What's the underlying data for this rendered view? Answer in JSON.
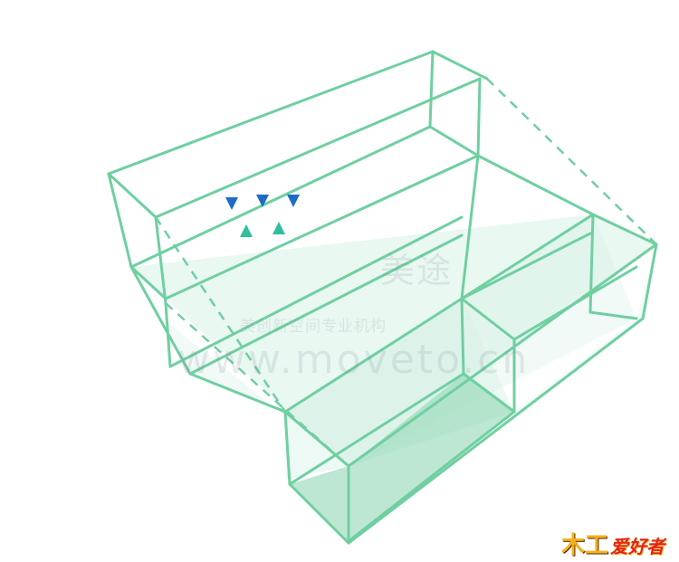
{
  "colors": {
    "frame": "#6fcfa0",
    "panel_fill": "#d7f2e6",
    "bottom_fill": "#86d3ad",
    "marker_blue": "#1c6cc8",
    "marker_teal": "#2fbf9a"
  },
  "watermark": {
    "brand_cn": "美途",
    "subtitle_cn": "美创新空间专业机构",
    "url": "www.moveto.cn"
  },
  "logo": {
    "main": "木工",
    "accent": "爱好者"
  },
  "markers": [
    {
      "icon": "triangle-down-icon",
      "color": "marker_blue"
    },
    {
      "icon": "triangle-down-icon",
      "color": "marker_blue"
    },
    {
      "icon": "triangle-down-icon",
      "color": "marker_blue"
    },
    {
      "icon": "triangle-up-icon",
      "color": "marker_teal"
    },
    {
      "icon": "triangle-up-icon",
      "color": "marker_teal"
    }
  ]
}
